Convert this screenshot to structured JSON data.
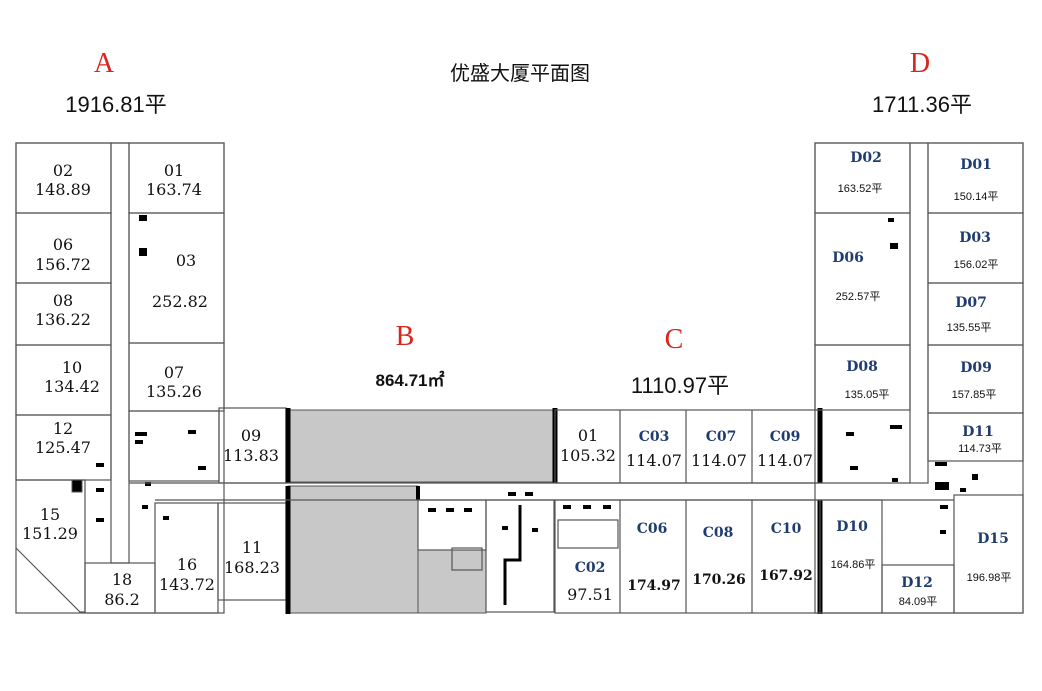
{
  "title": "优盛大厦平面图",
  "sections": {
    "A": {
      "letter": "A",
      "area": "1916.81平"
    },
    "B": {
      "letter": "B",
      "area": "864.71㎡"
    },
    "C": {
      "letter": "C",
      "area": "1110.97平"
    },
    "D": {
      "letter": "D",
      "area": "1711.36平"
    }
  },
  "units": {
    "a02": {
      "id": "02",
      "area": "148.89"
    },
    "a06": {
      "id": "06",
      "area": "156.72"
    },
    "a08": {
      "id": "08",
      "area": "136.22"
    },
    "a10": {
      "id": "10",
      "area": "134.42"
    },
    "a12": {
      "id": "12",
      "area": "125.47"
    },
    "a15": {
      "id": "15",
      "area": "151.29"
    },
    "a18": {
      "id": "18",
      "area": "86.2"
    },
    "a16": {
      "id": "16",
      "area": "143.72"
    },
    "a11": {
      "id": "11",
      "area": "168.23"
    },
    "a01": {
      "id": "01",
      "area": "163.74"
    },
    "a03": {
      "id": "03",
      "area": "252.82"
    },
    "a07": {
      "id": "07",
      "area": "135.26"
    },
    "a09": {
      "id": "09",
      "area": "113.83"
    },
    "c01": {
      "id": "01",
      "area": "105.32"
    },
    "c03": {
      "id": "C03",
      "area": "114.07"
    },
    "c07": {
      "id": "C07",
      "area": "114.07"
    },
    "c09": {
      "id": "C09",
      "area": "114.07"
    },
    "c02": {
      "id": "C02",
      "area": "97.51"
    },
    "c06": {
      "id": "C06",
      "area": "174.97"
    },
    "c08": {
      "id": "C08",
      "area": "170.26"
    },
    "c10": {
      "id": "C10",
      "area": "167.92"
    },
    "d02": {
      "id": "D02",
      "area": "163.52平"
    },
    "d01": {
      "id": "D01",
      "area": "150.14平"
    },
    "d06": {
      "id": "D06",
      "area": "252.57平"
    },
    "d03": {
      "id": "D03",
      "area": "156.02平"
    },
    "d07": {
      "id": "D07",
      "area": "135.55平"
    },
    "d08": {
      "id": "D08",
      "area": "135.05平"
    },
    "d09": {
      "id": "D09",
      "area": "157.85平"
    },
    "d11": {
      "id": "D11",
      "area": "114.73平"
    },
    "d10": {
      "id": "D10",
      "area": "164.86平"
    },
    "d12": {
      "id": "D12",
      "area": "84.09平"
    },
    "d15": {
      "id": "D15",
      "area": "196.98平"
    }
  },
  "colors": {
    "section_letter": "#d9261c",
    "section_b_fill": "#c8c8c8",
    "blue_label": "#1f3c6e"
  }
}
